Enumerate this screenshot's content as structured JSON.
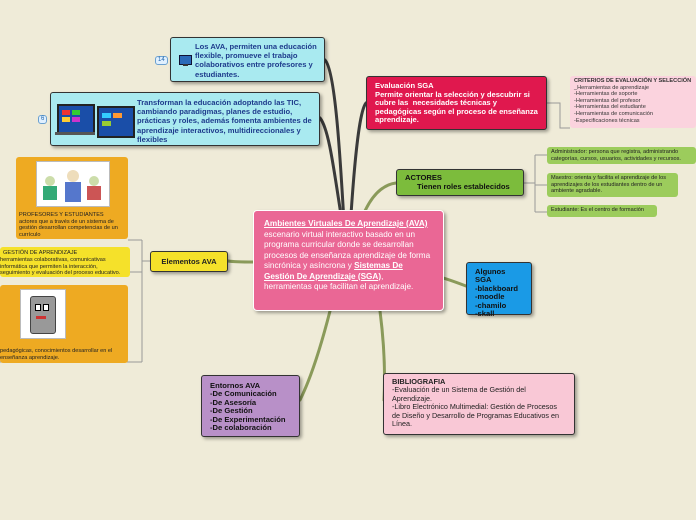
{
  "center": {
    "title_part1": "Ambientes Virtuales De Aprendizaje (AVA)",
    "text_part1": " escenario virtual interactivo basado en un programa curricular donde se desarrollan procesos de enseñanza aprendizaje de forma sincrónica y asíncrona y ",
    "title_part2": "Sistemas De Gestión De Aprendizaje (SGA)",
    "text_part2": ", herramientas que facilitan el aprendizaje."
  },
  "ava_benefits": {
    "badge": "14",
    "text": "Los AVA, permiten una educación flexible, promueve el trabajo colaborativos entre profesores y estudiantes."
  },
  "tic": {
    "badge": "6",
    "text": "Transforman la educación adoptando las TIC, cambiando paradigmas, planes de estudio, prácticas y roles, además fomenta ambientes de aprendizaje interactivos, multidireccionales y flexibles"
  },
  "elementos_ava": {
    "label": "Elementos AVA",
    "item1": "PROFESORES Y ESTUDIANTES\nactores que a través de un sistema de gestión desarrollan competencias de un currículo",
    "item2_title": "GESTIÓN DE APRENDIZAJE",
    "item2": "herramientas colaborativas, comunicativas informática que permiten la interacción, seguimiento y evaluación del proceso educativo.",
    "item3": "pedagógicas, conocimientos desarrollar en el enseñanza aprendizaje."
  },
  "evaluacion": {
    "text": "Evaluación SGA\nPermite orientar la selección y descubrir si cubre las  necesidades técnicas y pedagógicas según el proceso de enseñanza aprendizaje.",
    "criteria_title": "CRITERIOS DE EVALUACIÓN Y SELECCIÓN",
    "criteria": "_Herramientas de aprendizaje\n-Herramientas de soporte\n-Herramientas del profesor\n-Herramientas del estudiante\n-Herramientas de comunicación\n-Especificaciones técnicas"
  },
  "actores": {
    "title": "ACTORES",
    "subtitle": "Tienen roles establecidos",
    "roles": [
      "Administrador: persona que registra, administrando categorías, cursos, usuarios, actividades y recursos.",
      "Maestro: orienta y facilita el aprendizaje de los aprendizajes de los estudiantes dentro de un ambiente agradable.",
      "Estudiante: Es el centro de formación"
    ]
  },
  "sga_examples": {
    "text": "Algunos SGA\n-blackboard\n-moodle\n-chamilo\n-skall"
  },
  "entornos": {
    "text": "Entornos AVA\n-De Comunicación\n-De Asesoría\n-De Gestión\n-De Experimentación\n-De colaboración"
  },
  "bibliografia": {
    "title": "BIBLIOGRAFIA",
    "text": "-Evaluación de un Sistema de Gestión del Aprendizaje.\n-Libro Electrónico Multimedial: Gestión de Procesos de Diseño y Desarrollo de Programas Educativos en Línea."
  }
}
